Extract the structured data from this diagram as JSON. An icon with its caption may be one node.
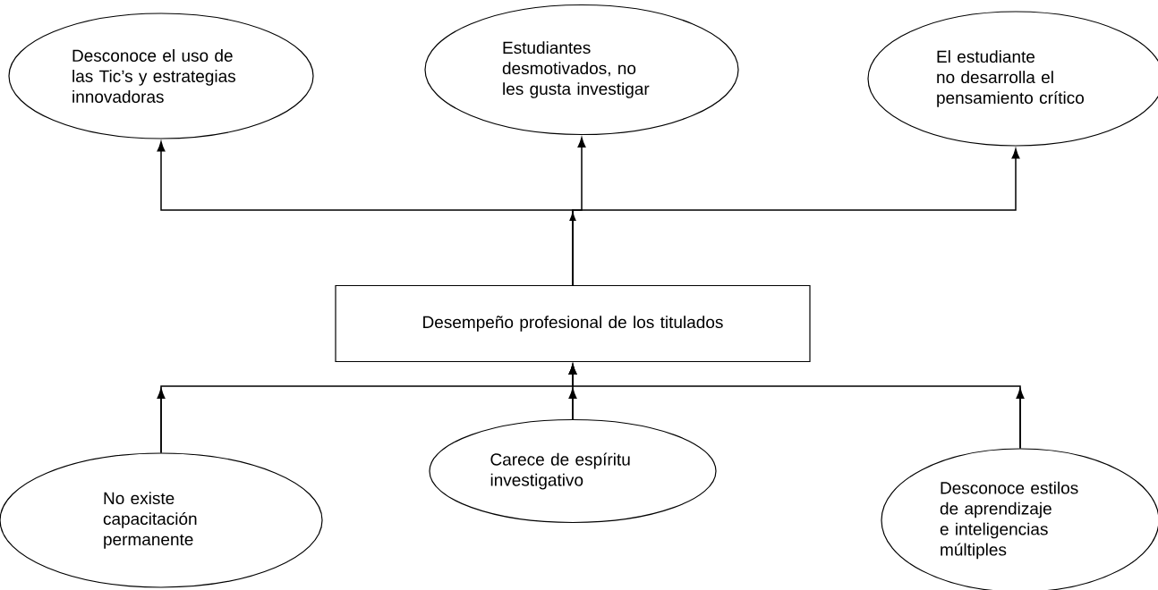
{
  "diagram": {
    "nodes": [
      {
        "text": [
          "Desconoce el uso de las Tic’s y estrategias innovadoras"
        ]
      },
      {
        "text": [
          "Estudiantes desmotivados, no les gusta investigar"
        ]
      },
      {
        "text": [
          "El estudiante no desarrolla el pensamiento crítico"
        ]
      },
      {
        "text": [
          "Desempeño profesional de los titulados"
        ]
      },
      {
        "text": [
          "No existe capacitación permanente"
        ]
      },
      {
        "text": [
          "Carece de espíritu investigativo"
        ]
      },
      {
        "text": [
          "Desconoce estilos de aprendizaje e inteligencias múltiples"
        ]
      }
    ],
    "edges": [
      {
        "from": 3,
        "to": 0,
        "arrow": "to"
      },
      {
        "from": 3,
        "to": 1,
        "arrow": "to"
      },
      {
        "from": 3,
        "to": 2,
        "arrow": "to"
      },
      {
        "from": 4,
        "to": 3,
        "arrow": "to"
      },
      {
        "from": 5,
        "to": 3,
        "arrow": "to"
      },
      {
        "from": 6,
        "to": 3,
        "arrow": "to"
      }
    ]
  }
}
